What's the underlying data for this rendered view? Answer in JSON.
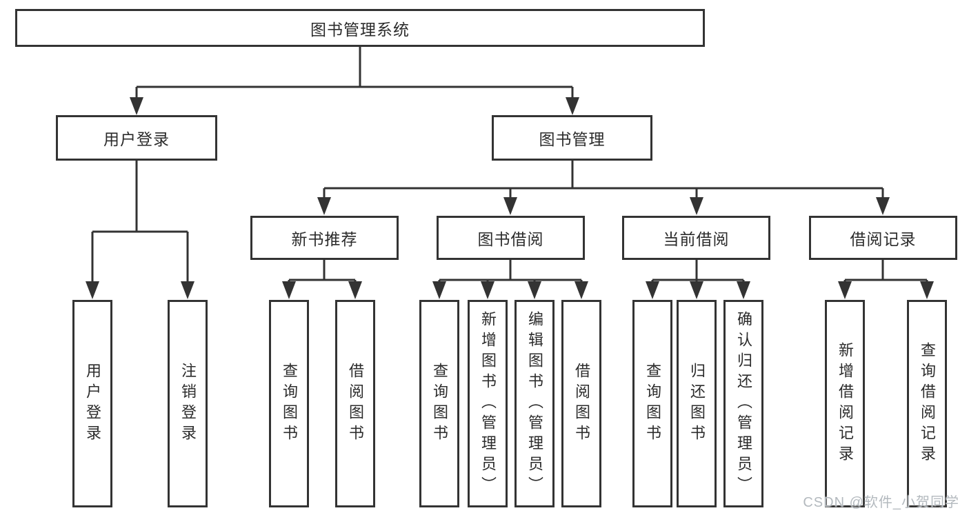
{
  "diagram": {
    "root": {
      "label": "图书管理系统"
    },
    "branches": [
      {
        "label": "用户登录",
        "children": [
          {
            "label": "用户登录"
          },
          {
            "label": "注销登录"
          }
        ]
      },
      {
        "label": "图书管理",
        "children": [
          {
            "label": "新书推荐",
            "children": [
              {
                "label": "查询图书"
              },
              {
                "label": "借阅图书"
              }
            ]
          },
          {
            "label": "图书借阅",
            "children": [
              {
                "label": "查询图书"
              },
              {
                "label": "新增图书（管理员）"
              },
              {
                "label": "编辑图书（管理员）"
              },
              {
                "label": "借阅图书"
              }
            ]
          },
          {
            "label": "当前借阅",
            "children": [
              {
                "label": "查询图书"
              },
              {
                "label": "归还图书"
              },
              {
                "label": "确认归还（管理员）"
              }
            ]
          },
          {
            "label": "借阅记录",
            "children": [
              {
                "label": "新增借阅记录"
              },
              {
                "label": "查询借阅记录"
              }
            ]
          }
        ]
      }
    ]
  },
  "watermark": {
    "text": "CSDN @软件_小贺同学"
  },
  "colors": {
    "line": "#333333",
    "text": "#2b2b2b",
    "background": "#ffffff",
    "watermark": "#b3b9be"
  }
}
